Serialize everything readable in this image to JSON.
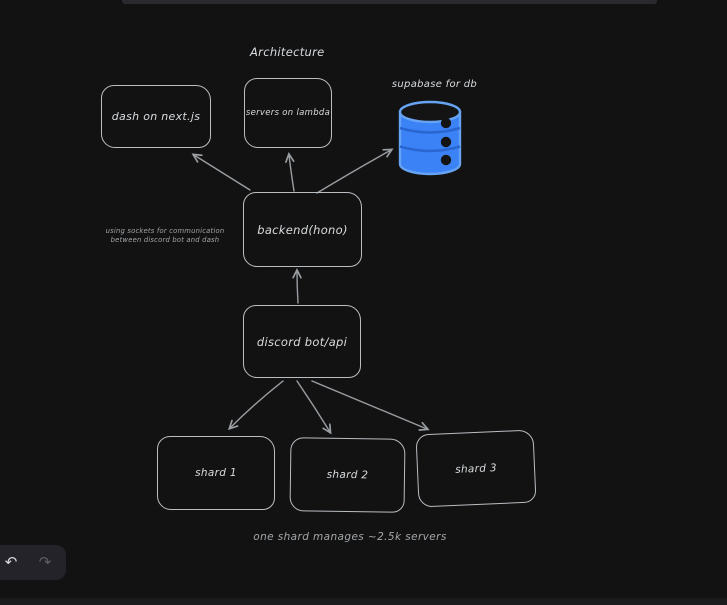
{
  "canvas": {
    "title": "Architecture",
    "nodes": {
      "dash": {
        "label": "dash on next.js"
      },
      "lambda": {
        "label": "servers on lambda"
      },
      "backend": {
        "label": "backend(hono)"
      },
      "discord": {
        "label": "discord bot/api"
      },
      "shard1": {
        "label": "shard 1"
      },
      "shard2": {
        "label": "shard 2"
      },
      "shard3": {
        "label": "shard 3"
      }
    },
    "database": {
      "label": "supabase for db",
      "icon": "database-cylinder-icon",
      "body_color": "#3b82f6",
      "outline_color": "#66a3f2"
    },
    "notes": {
      "sockets": {
        "line1": "using sockets for communication",
        "line2": "between discord bot and dash"
      },
      "shards": {
        "text": "one shard manages ~2.5k servers"
      }
    },
    "colors": {
      "background": "#121212",
      "shape_stroke": "#b9bec3",
      "arrow": "#9a9ea2",
      "text": "#d9dcdf",
      "muted_text": "#a2a6aa"
    }
  },
  "toolbar": {
    "undo_icon": "↶",
    "redo_icon": "↷"
  }
}
